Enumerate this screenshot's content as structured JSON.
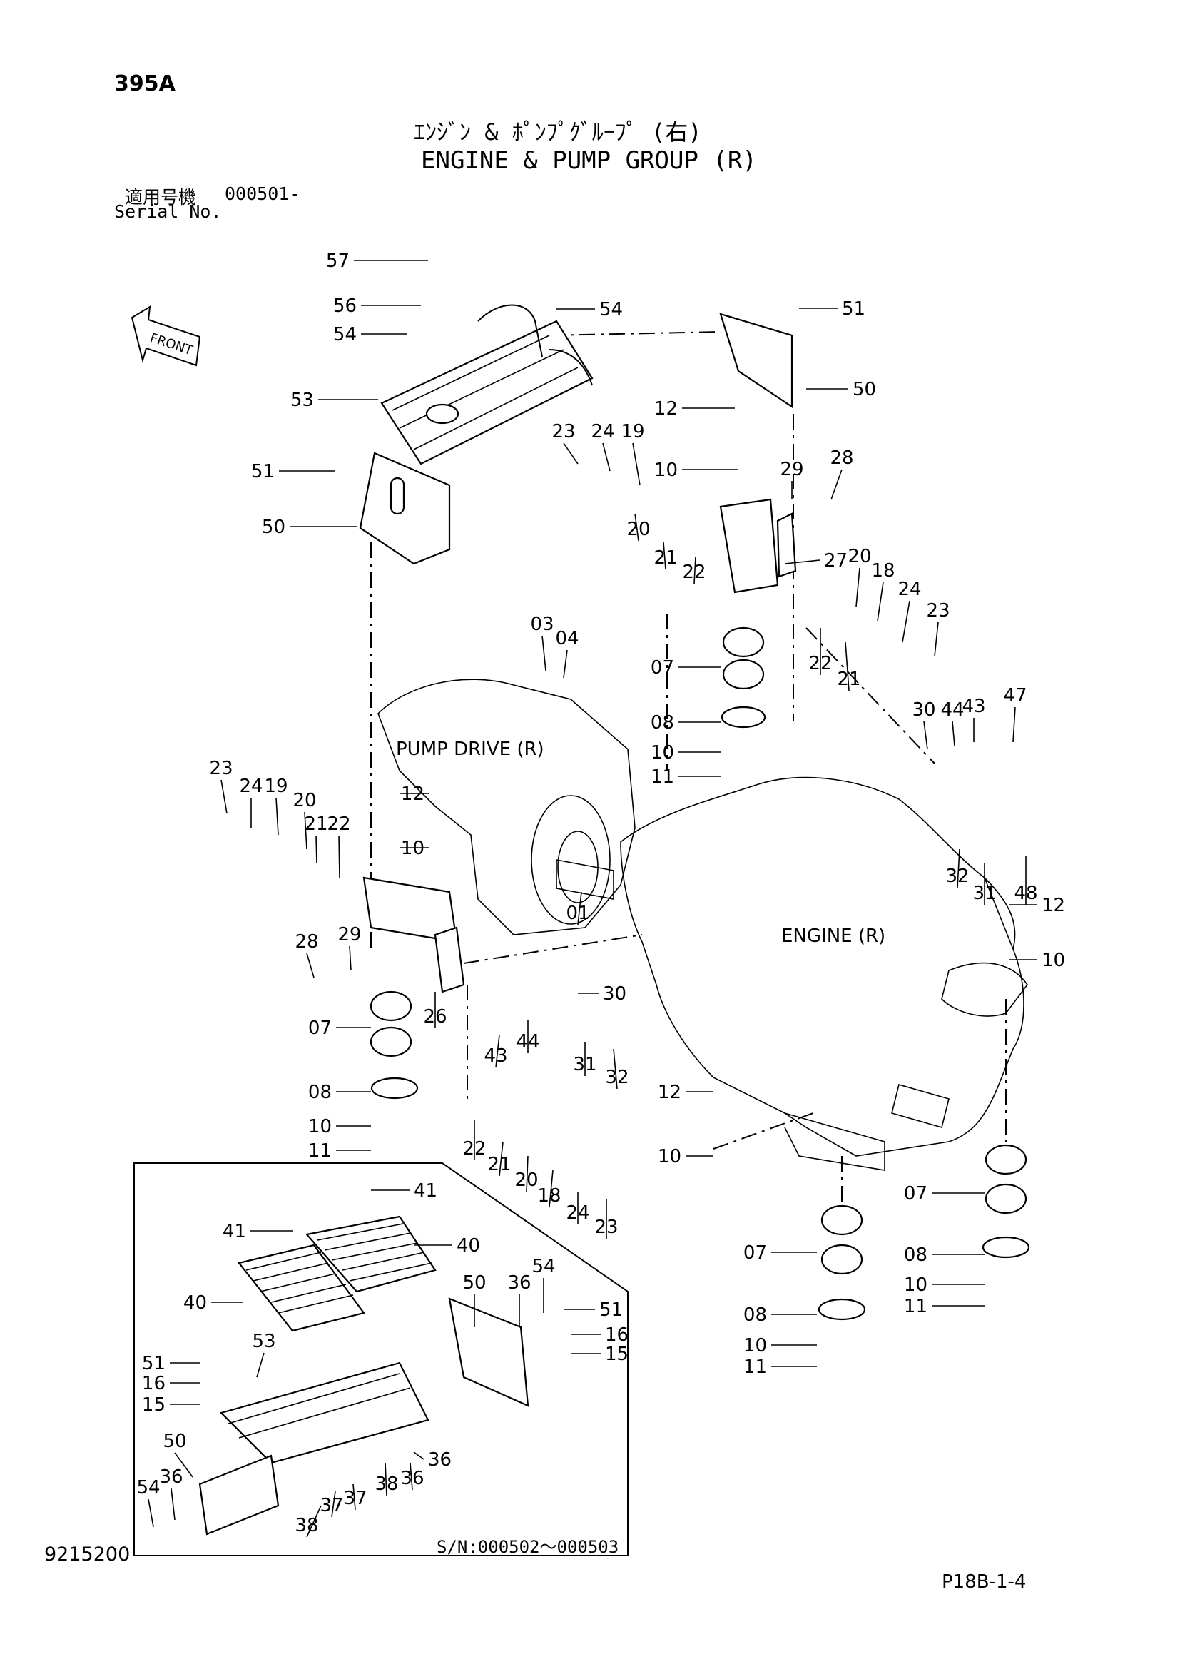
{
  "page": {
    "code": "395A",
    "title_jp": "ｴﾝｼﾞﾝ & ﾎﾟﾝﾌﾟｸﾞﾙｰﾌﾟ (右)",
    "title_en": "ENGINE & PUMP GROUP (R)",
    "serial_label_jp": "適用号機",
    "serial_value": "000501-",
    "serial_label_en": "Serial No.",
    "drawing_number": "9215200",
    "page_ref": "P18B-1-4",
    "inset_serial": "S/N:000502～000503"
  },
  "diagram": {
    "front_label": "FRONT",
    "pump_drive_label": "PUMP DRIVE (R)",
    "engine_label": "ENGINE (R)",
    "callouts": [
      "57",
      "56",
      "54",
      "54",
      "51",
      "53",
      "50",
      "51",
      "50",
      "12",
      "10",
      "23",
      "24",
      "19",
      "20",
      "21",
      "22",
      "29",
      "28",
      "27",
      "20",
      "18",
      "24",
      "23",
      "22",
      "21",
      "03",
      "04",
      "07",
      "08",
      "10",
      "11",
      "30",
      "44",
      "43",
      "47",
      "32",
      "31",
      "48",
      "23",
      "24",
      "19",
      "20",
      "21",
      "22",
      "12",
      "10",
      "01",
      "12",
      "10",
      "29",
      "28",
      "26",
      "07",
      "30",
      "44",
      "43",
      "32",
      "31",
      "08",
      "10",
      "11",
      "22",
      "21",
      "20",
      "18",
      "24",
      "23",
      "12",
      "10",
      "07",
      "08",
      "10",
      "11",
      "07",
      "08",
      "10",
      "11",
      "41",
      "41",
      "40",
      "40",
      "50",
      "36",
      "54",
      "51",
      "16",
      "15",
      "53",
      "51",
      "16",
      "15",
      "50",
      "36",
      "54",
      "36",
      "38",
      "37",
      "37",
      "38",
      "36"
    ]
  }
}
